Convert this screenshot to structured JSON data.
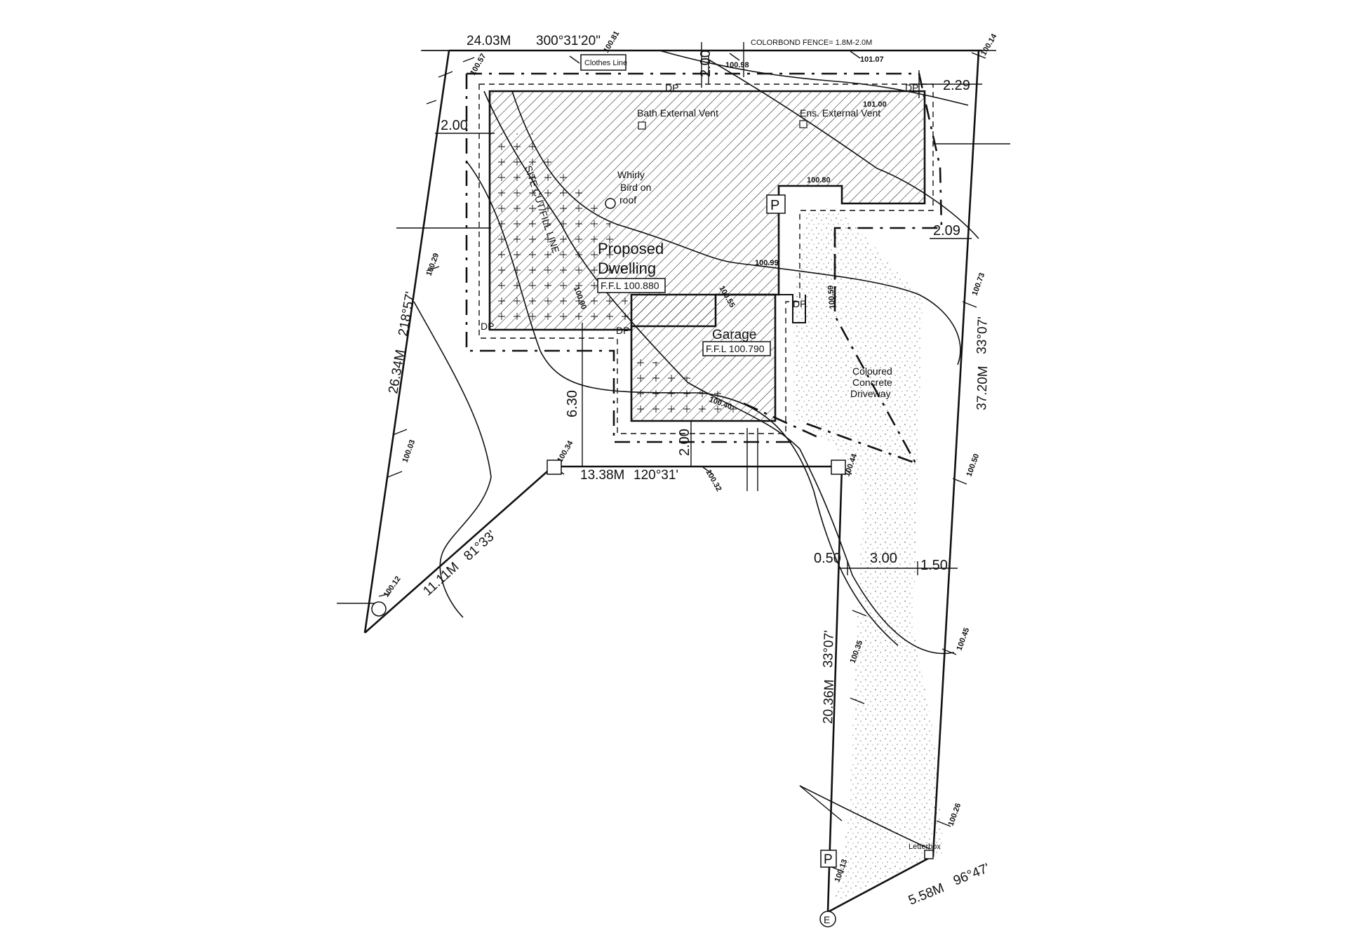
{
  "boundary": {
    "north": {
      "length": "24.03M",
      "bearing": "300°31'20\""
    },
    "east": {
      "length": "37.20M",
      "bearing": "33°07'"
    },
    "west": {
      "length": "26.34M",
      "bearing": "218°57'"
    },
    "southwest": {
      "length": "11.11M",
      "bearing": "81°33'"
    },
    "inner": {
      "length": "13.38M",
      "bearing": "120°31'"
    },
    "handle": {
      "length": "20.36M",
      "bearing": "33°07'"
    },
    "front": {
      "length": "5.58M",
      "bearing": "96°47'"
    }
  },
  "fence_note": "COLORBOND FENCE= 1.8M-2.0M",
  "setbacks": {
    "top": "2.00",
    "left": "2.00",
    "top_right": "2.29",
    "right": "2.09",
    "garage_side": "6.30",
    "garage_bottom": "2.00",
    "driveway_left": "0.50",
    "driveway_width": "3.00",
    "driveway_right": "1.50"
  },
  "labels": {
    "dwelling_line1": "Proposed",
    "dwelling_line2": "Dwelling",
    "dwelling_ffl": "F.F.L 100.880",
    "garage": "Garage",
    "garage_ffl": "F.F.L 100.790",
    "bath_vent": "Bath External Vent",
    "ens_vent": "Ens. External Vent",
    "whirly_1": "Whirly",
    "whirly_2": "Bird on",
    "whirly_3": "roof",
    "cut_fill": "SITE CUT/FILL LINE",
    "driveway_1": "Coloured",
    "driveway_2": "Concrete",
    "driveway_3": "Driveway",
    "letterbox": "Letterbox",
    "clothes_line": "Clothes Line",
    "pit": "P",
    "power_symbol": "E",
    "dp": "DP"
  },
  "levels": {
    "l10057": "100.57",
    "l10081": "100.81",
    "l10098": "100.98",
    "l10107": "101.07",
    "l10114": "100.14",
    "l10100": "101.00",
    "l10080": "100.80",
    "l10029": "100.29",
    "l10073": "100.73",
    "l10059": "100.59",
    "l10099": "100.99",
    "l10055": "100.55",
    "l10090": "100.90",
    "l10040": "100.40",
    "l10003": "100.03",
    "l10034": "100.34",
    "l10032": "100.32",
    "l10044": "100.44",
    "l10050": "100.50",
    "l10012": "100.12",
    "l10035": "100.35",
    "l10045": "100.45",
    "l10026": "100.26",
    "l10013": "100.13"
  }
}
